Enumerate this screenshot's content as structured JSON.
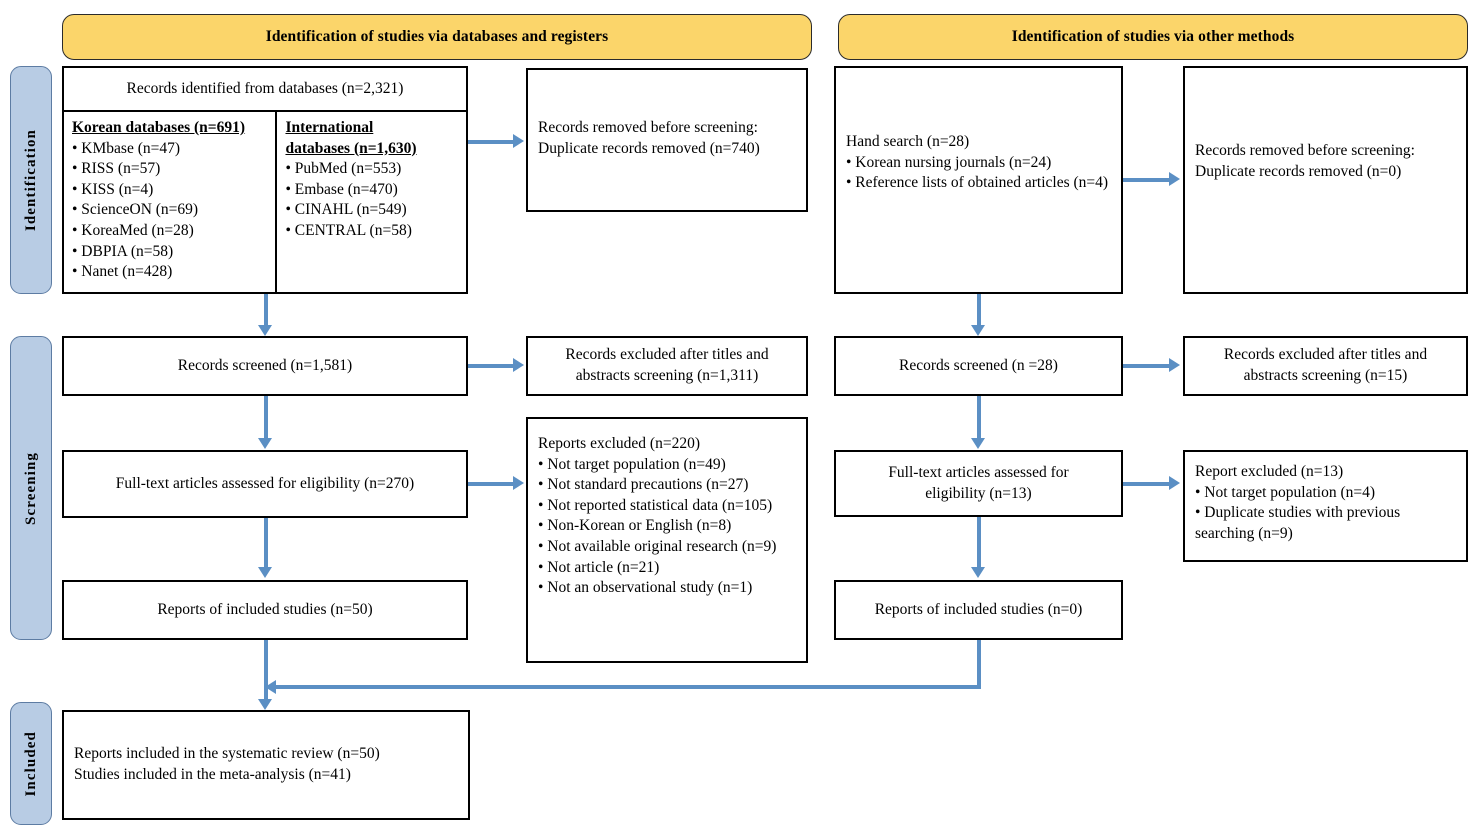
{
  "diagram": {
    "title": "PRISMA flow diagram",
    "colors": {
      "header_fill": "#FBD56A",
      "stage_label_fill": "#B8CCE4",
      "arrow": "#5B8FC4",
      "box_border": "#000000"
    }
  },
  "headers": {
    "databases": "Identification of studies via databases and registers",
    "other": "Identification of studies via other methods"
  },
  "stages": {
    "identification": "Identification",
    "screening": "Screening",
    "included": "Included"
  },
  "left": {
    "records_identified": "Records identified from databases (n=2,321)",
    "korean": {
      "head": "Korean databases (n=691)",
      "items": [
        "• KMbase (n=47)",
        "• RISS (n=57)",
        "• KISS (n=4)",
        "• ScienceON (n=69)",
        "• KoreaMed (n=28)",
        "• DBPIA (n=58)",
        "• Nanet (n=428)"
      ]
    },
    "international": {
      "head_line1": "International",
      "head_line2": "databases (n=1,630)",
      "items": [
        "• PubMed (n=553)",
        "• Embase (n=470)",
        "• CINAHL (n=549)",
        "• CENTRAL (n=58)"
      ]
    },
    "removed_line1": "Records removed before screening:",
    "removed_line2": "Duplicate records removed (n=740)",
    "records_screened": "Records screened (n=1,581)",
    "excluded_titles_line1": "Records excluded after titles and",
    "excluded_titles_line2": "abstracts screening (n=1,311)",
    "fulltext_assessed": "Full-text articles assessed for eligibility (n=270)",
    "reports_excluded": {
      "head": "Reports excluded (n=220)",
      "items": [
        "• Not target population (n=49)",
        "• Not standard precautions (n=27)",
        "• Not reported statistical data (n=105)",
        "• Non-Korean or English (n=8)",
        "• Not available original research (n=9)",
        "• Not article (n=21)",
        "• Not an observational study (n=1)"
      ]
    },
    "reports_included": "Reports of included studies (n=50)"
  },
  "right": {
    "hand_search": {
      "head": "Hand search (n=28)",
      "items": [
        "• Korean nursing journals (n=24)",
        "• Reference lists of obtained articles (n=4)"
      ]
    },
    "removed_line1": "Records removed before screening:",
    "removed_line2": "Duplicate records removed (n=0)",
    "records_screened": "Records screened (n =28)",
    "excluded_titles_line1": "Records excluded after titles and",
    "excluded_titles_line2": "abstracts screening (n=15)",
    "fulltext_assessed_line1": "Full-text articles assessed for",
    "fulltext_assessed_line2": "eligibility (n=13)",
    "report_excluded": {
      "head": "Report excluded (n=13)",
      "items": [
        "• Not target population (n=4)",
        "• Duplicate studies with previous searching (n=9)"
      ]
    },
    "reports_included": "Reports of included studies (n=0)"
  },
  "included": {
    "line1": "Reports included in the systematic review (n=50)",
    "line2": "Studies included in the meta-analysis (n=41)"
  }
}
